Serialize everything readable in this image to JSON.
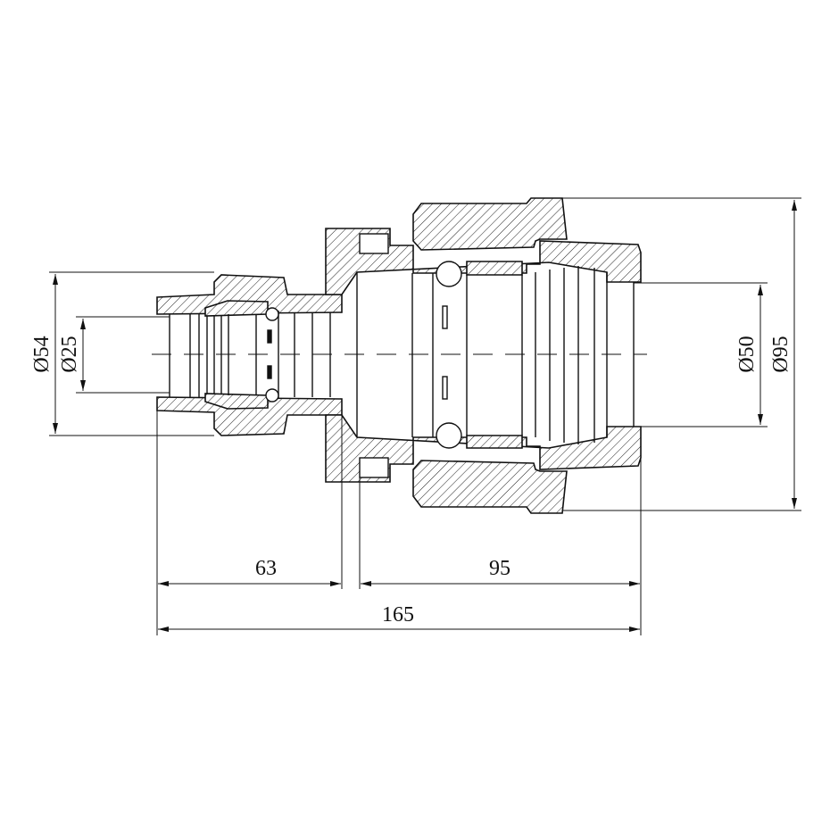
{
  "drawing": {
    "title": "Reducing compression fitting cross-section",
    "dimensions": {
      "outer_left_diameter": "Ø54",
      "bore_left_diameter": "Ø25",
      "bore_right_diameter": "Ø50",
      "outer_right_diameter": "Ø95",
      "length_left": "63",
      "length_right": "95",
      "length_total": "165"
    },
    "colors": {
      "line": "#111111",
      "background": "#ffffff"
    }
  }
}
